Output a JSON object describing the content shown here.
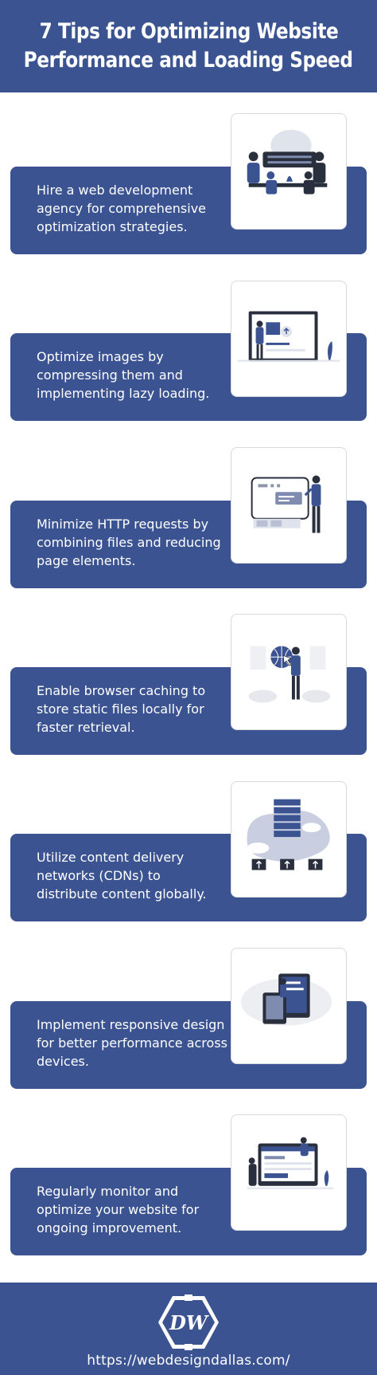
{
  "header": {
    "title_line1": "7 Tips for Optimizing Website",
    "title_line2": "Performance and Loading Speed"
  },
  "tips": [
    {
      "line1": "Hire a web development",
      "line2": "agency for comprehensive",
      "line3": "optimization strategies.",
      "illustration": "team-meeting-illustration"
    },
    {
      "line1": "Optimize images by",
      "line2": "compressing them and",
      "line3": "implementing lazy loading.",
      "illustration": "image-upload-illustration"
    },
    {
      "line1": "Minimize HTTP requests by",
      "line2": "combining files and reducing",
      "line3": "page elements.",
      "illustration": "browser-window-illustration"
    },
    {
      "line1": "Enable browser caching to",
      "line2": "store static files locally for",
      "line3": "faster retrieval.",
      "illustration": "globe-cursor-illustration"
    },
    {
      "line1": "Utilize content delivery",
      "line2": "networks (CDNs) to",
      "line3": "distribute content globally.",
      "illustration": "server-cloud-illustration"
    },
    {
      "line1": "Implement responsive design",
      "line2": "for better performance across",
      "line3": "devices.",
      "illustration": "responsive-screens-illustration"
    },
    {
      "line1": "Regularly monitor and",
      "line2": "optimize your website for",
      "line3": "ongoing improvement.",
      "illustration": "website-monitor-illustration"
    }
  ],
  "footer": {
    "logo_text": "DW",
    "url": "https://webdesigndallas.com/"
  },
  "colors": {
    "primary": "#3b5491",
    "background": "#ffffff"
  }
}
